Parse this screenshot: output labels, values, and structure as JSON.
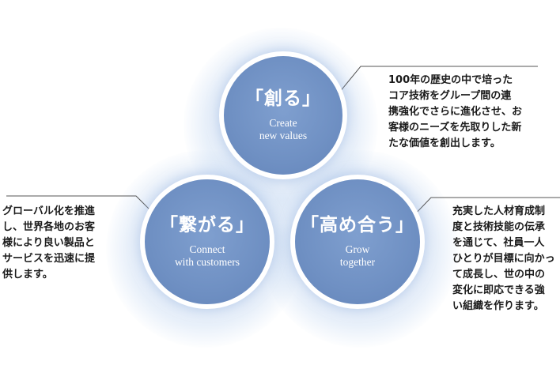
{
  "circles": {
    "create": {
      "title": "「創る」",
      "subtitle": "Create\nnew values"
    },
    "connect": {
      "title": "「繋がる」",
      "subtitle": "Connect\nwith customers"
    },
    "grow": {
      "title": "「高め合う」",
      "subtitle": "Grow\ntogether"
    }
  },
  "descriptions": {
    "create": "100年の歴史の中で培った\nコア技術をグループ間の連\n携強化でさらに進化させ、お\n客様のニーズを先取りした新\nたな価値を創出します。",
    "connect": "グローバル化を推進\nし、世界各地のお客\n様により良い製品と\nサービスを迅速に提\n供します。",
    "grow": "充実した人材育成制\n度と技術技能の伝承\nを通じて、社員一人\nひとりが目標に向かっ\nて成長し、世の中の\n変化に即応できる強\nい組織を作ります。"
  },
  "colors": {
    "circle": "#6f90c3",
    "glow": "#b8cde9",
    "text": "#1a1a1a"
  }
}
